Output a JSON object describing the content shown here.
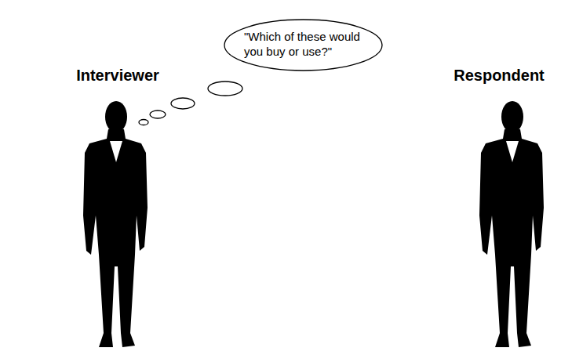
{
  "diagram": {
    "nodes": [
      {
        "text": [
          "\"Which of these would you buy or use?\""
        ]
      }
    ],
    "labels": [
      "Interviewer",
      "Respondent"
    ]
  }
}
